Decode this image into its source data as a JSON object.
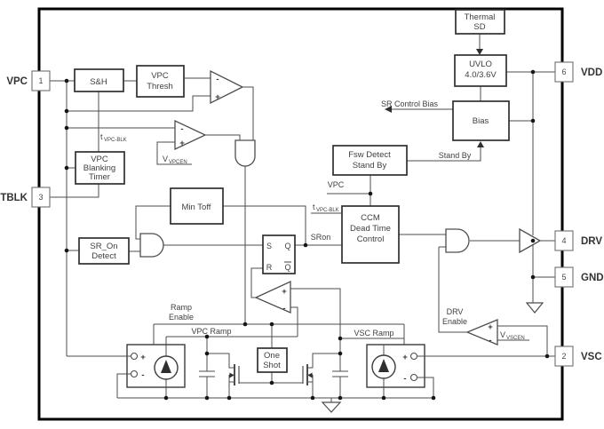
{
  "pins": {
    "vpc": {
      "num": "1",
      "name": "VPC"
    },
    "vsc": {
      "num": "2",
      "name": "VSC"
    },
    "tblk": {
      "num": "3",
      "name": "TBLK"
    },
    "drv": {
      "num": "4",
      "name": "DRV"
    },
    "gnd": {
      "num": "5",
      "name": "GND"
    },
    "vdd": {
      "num": "6",
      "name": "VDD"
    }
  },
  "blocks": {
    "sample_hold": {
      "l1": "S&H"
    },
    "vpc_thresh": {
      "l1": "VPC",
      "l2": "Thresh"
    },
    "vpc_blanking_timer": {
      "l1": "VPC",
      "l2": "Blanking",
      "l3": "Timer"
    },
    "min_toff": {
      "l1": "Min Toff"
    },
    "sr_on_detect": {
      "l1": "SR_On",
      "l2": "Detect"
    },
    "thermal_sd": {
      "l1": "Thermal",
      "l2": "SD"
    },
    "uvlo": {
      "l1": "UVLO",
      "l2": "4.0/3.6V"
    },
    "bias": {
      "l1": "Bias"
    },
    "fsw_detect": {
      "l1": "Fsw Detect",
      "l2": "Stand By"
    },
    "ccm_dead_time": {
      "l1": "CCM",
      "l2": "Dead Time",
      "l3": "Control"
    },
    "one_shot": {
      "l1": "One",
      "l2": "Shot"
    }
  },
  "latch": {
    "s": "S",
    "r": "R",
    "q": "Q",
    "qbar": "Q"
  },
  "labels": {
    "sr_control_bias": "SR Control Bias",
    "stand_by": "Stand By",
    "vpc_node": "VPC",
    "sron": "SRon",
    "ramp_enable_1": "Ramp",
    "ramp_enable_2": "Enable",
    "vpc_ramp": "VPC Ramp",
    "vsc_ramp": "VSC Ramp",
    "drv_enable_1": "DRV",
    "drv_enable_2": "Enable",
    "t_vpc_blk": "t",
    "t_vpc_blk_sub": "VPC-BLK",
    "v_vpcen": "V",
    "v_vpcen_sub": "VPCEN",
    "v_vscen": "V",
    "v_vscen_sub": "VSCEN",
    "plus": "+",
    "minus": "-"
  },
  "colors": {
    "wire": "#4d4d4d",
    "border": "#000000",
    "text": "#3f3f3f"
  }
}
